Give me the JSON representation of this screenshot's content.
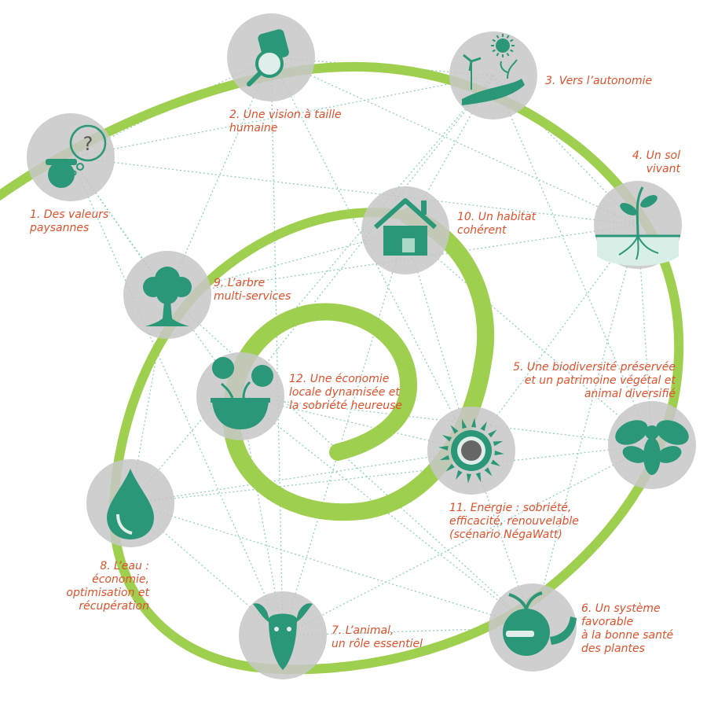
{
  "nodes": [
    {
      "label_lines": [
        "1. Des valeurs",
        "paysannes"
      ],
      "icon": "farmer-question-icon"
    },
    {
      "label_lines": [
        "2. Une vision à taille",
        "humaine"
      ],
      "icon": "magnifier-person-icon"
    },
    {
      "label_lines": [
        "3. Vers l’autonomie"
      ],
      "icon": "hands-sun-wind-icon"
    },
    {
      "label_lines": [
        "4. Un sol",
        "vivant"
      ],
      "icon": "soil-plant-icon"
    },
    {
      "label_lines": [
        "5. Une biodiversité préservée",
        "et un patrimoine végétal et",
        "animal diversifié"
      ],
      "icon": "bee-icon"
    },
    {
      "label_lines": [
        "6. Un système",
        "favorable",
        "à la bonne santé",
        "des plantes"
      ],
      "icon": "strong-turnip-icon"
    },
    {
      "label_lines": [
        "7. L’animal,",
        "un rôle essentiel"
      ],
      "icon": "goat-icon"
    },
    {
      "label_lines": [
        "8. L’eau :",
        "économie,",
        "optimisation et",
        "récupération"
      ],
      "icon": "water-drop-icon"
    },
    {
      "label_lines": [
        "9. L’arbre",
        "multi-services"
      ],
      "icon": "tree-icon"
    },
    {
      "label_lines": [
        "10. Un habitat",
        "cohérent"
      ],
      "icon": "house-icon"
    },
    {
      "label_lines": [
        "11. Energie : sobriété,",
        "efficacité, renouvelable",
        "(scénario NégaWatt)"
      ],
      "icon": "sun-energy-icon"
    },
    {
      "label_lines": [
        "12. Une économie",
        "locale dynamisée et",
        "la sobriété heureuse"
      ],
      "icon": "basket-people-icon"
    }
  ],
  "colors": {
    "spiral": "#9fcf4f",
    "circle": "#c7c7c7",
    "icon": "#2a9778",
    "dotted_link": "#8fd0bd",
    "label": "#e0502a"
  }
}
